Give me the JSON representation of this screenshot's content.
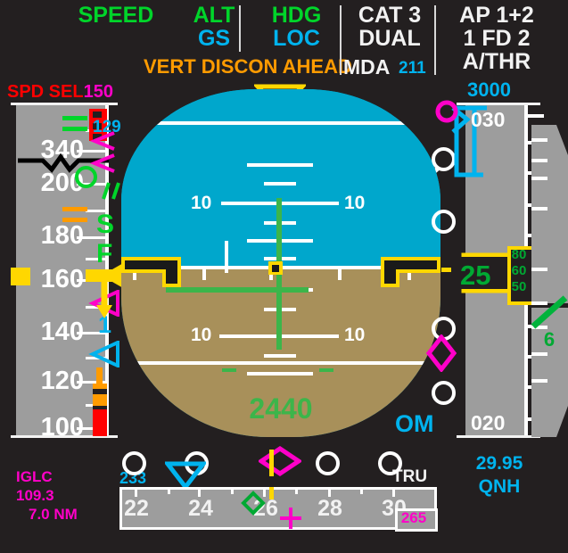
{
  "fma": {
    "col1": {
      "line1": "SPEED",
      "line2": "",
      "line3": ""
    },
    "col2": {
      "line1": "ALT",
      "line2": "GS",
      "line3": ""
    },
    "col3": {
      "line1": "HDG",
      "line2": "LOC",
      "line3": "VERT DISCON AHEAD"
    },
    "col4": {
      "line1": "CAT 3",
      "line2": "DUAL",
      "line3_label": "MDA",
      "line3_value": "211"
    },
    "col5": {
      "line1": "AP 1+2",
      "line2": "1 FD 2",
      "line3": "A/THR"
    }
  },
  "speed": {
    "sel_label": "SPD SEL",
    "sel_value": "150",
    "target_speed": "129",
    "ticks": [
      "340",
      "200",
      "180",
      "160",
      "140",
      "120",
      "100"
    ],
    "s_speed_label": "S",
    "f_speed_label": "F",
    "one_label": "1"
  },
  "attitude": {
    "pitch_labels_up": [
      "10",
      "10"
    ],
    "pitch_labels_down": [
      "10",
      "10"
    ],
    "radio_altitude": "2440"
  },
  "altitude": {
    "preselect": "3000",
    "tick_top": "030",
    "tick_bottom": "020",
    "readout_thousands": "25",
    "readout_digits": [
      "80",
      "60",
      "50"
    ],
    "baro_value": "29.95",
    "baro_unit": "QNH"
  },
  "vsi": {
    "value": "6"
  },
  "marker": {
    "outer": "OM"
  },
  "ils": {
    "ident": "IGLC",
    "frequency": "109.3",
    "distance": "7.0 NM"
  },
  "heading": {
    "selected": "233",
    "reference": "TRU",
    "track_value": "265",
    "ticks": [
      "22",
      "24",
      "26",
      "28",
      "30"
    ]
  },
  "colors": {
    "green": "#00d52a",
    "cyan": "#00b3ee",
    "white": "#f2f2f2",
    "amber": "#ff9b00",
    "magenta": "#ff00c8",
    "red": "#ff0000",
    "yellow": "#ffd700",
    "sky": "#00a7cc",
    "ground": "#a8905a",
    "tape_gray": "#9d9d9d",
    "background": "#231f20"
  }
}
